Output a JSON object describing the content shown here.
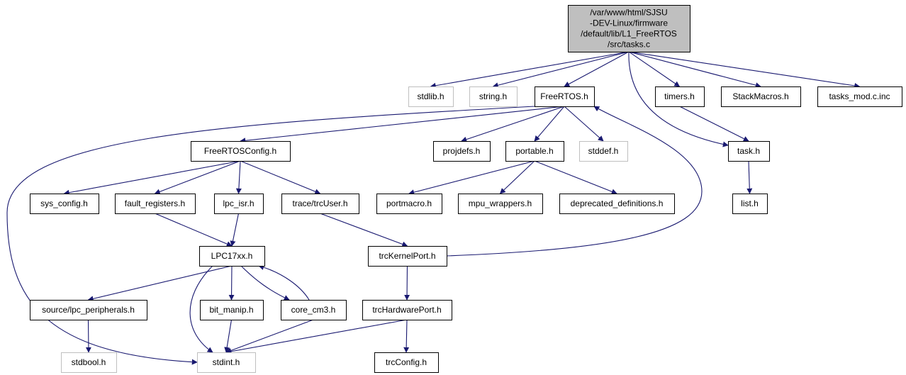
{
  "nodes": {
    "tasks_c": {
      "lines": [
        "/var/www/html/SJSU",
        "-DEV-Linux/firmware",
        "/default/lib/L1_FreeRTOS",
        "/src/tasks.c"
      ],
      "kind": "root"
    },
    "stdlib": {
      "label": "stdlib.h",
      "kind": "external"
    },
    "string": {
      "label": "string.h",
      "kind": "external"
    },
    "freertos": {
      "label": "FreeRTOS.h",
      "kind": "documented"
    },
    "timers": {
      "label": "timers.h",
      "kind": "documented"
    },
    "stackmacros": {
      "label": "StackMacros.h",
      "kind": "documented"
    },
    "tasks_mod": {
      "label": "tasks_mod.c.inc",
      "kind": "documented"
    },
    "freertosconfig": {
      "label": "FreeRTOSConfig.h",
      "kind": "documented"
    },
    "projdefs": {
      "label": "projdefs.h",
      "kind": "documented"
    },
    "portable": {
      "label": "portable.h",
      "kind": "documented"
    },
    "stddef": {
      "label": "stddef.h",
      "kind": "external"
    },
    "task": {
      "label": "task.h",
      "kind": "documented"
    },
    "sys_config": {
      "label": "sys_config.h",
      "kind": "documented"
    },
    "fault_registers": {
      "label": "fault_registers.h",
      "kind": "documented"
    },
    "lpc_isr": {
      "label": "lpc_isr.h",
      "kind": "documented"
    },
    "trcuser": {
      "label": "trace/trcUser.h",
      "kind": "documented"
    },
    "portmacro": {
      "label": "portmacro.h",
      "kind": "documented"
    },
    "mpu_wrappers": {
      "label": "mpu_wrappers.h",
      "kind": "documented"
    },
    "deprecated": {
      "label": "deprecated_definitions.h",
      "kind": "documented"
    },
    "list": {
      "label": "list.h",
      "kind": "documented"
    },
    "lpc17xx": {
      "label": "LPC17xx.h",
      "kind": "documented"
    },
    "trckernelport": {
      "label": "trcKernelPort.h",
      "kind": "documented"
    },
    "lpc_peripherals": {
      "label": "source/lpc_peripherals.h",
      "kind": "documented"
    },
    "bit_manip": {
      "label": "bit_manip.h",
      "kind": "documented"
    },
    "core_cm3": {
      "label": "core_cm3.h",
      "kind": "documented"
    },
    "trchardwareport": {
      "label": "trcHardwarePort.h",
      "kind": "documented"
    },
    "stdbool": {
      "label": "stdbool.h",
      "kind": "external"
    },
    "stdint": {
      "label": "stdint.h",
      "kind": "external"
    },
    "trcconfig": {
      "label": "trcConfig.h",
      "kind": "documented"
    }
  },
  "edges": [
    [
      "tasks_c",
      "stdlib"
    ],
    [
      "tasks_c",
      "string"
    ],
    [
      "tasks_c",
      "freertos"
    ],
    [
      "tasks_c",
      "task"
    ],
    [
      "tasks_c",
      "timers"
    ],
    [
      "tasks_c",
      "stackmacros"
    ],
    [
      "tasks_c",
      "tasks_mod"
    ],
    [
      "freertos",
      "stdint"
    ],
    [
      "freertos",
      "freertosconfig"
    ],
    [
      "freertos",
      "projdefs"
    ],
    [
      "freertos",
      "portable"
    ],
    [
      "freertos",
      "stddef"
    ],
    [
      "timers",
      "task"
    ],
    [
      "task",
      "list"
    ],
    [
      "freertosconfig",
      "sys_config"
    ],
    [
      "freertosconfig",
      "fault_registers"
    ],
    [
      "freertosconfig",
      "lpc_isr"
    ],
    [
      "freertosconfig",
      "trcuser"
    ],
    [
      "portable",
      "portmacro"
    ],
    [
      "portable",
      "mpu_wrappers"
    ],
    [
      "portable",
      "deprecated"
    ],
    [
      "fault_registers",
      "lpc17xx"
    ],
    [
      "lpc_isr",
      "lpc17xx"
    ],
    [
      "trcuser",
      "trckernelport"
    ],
    [
      "trckernelport",
      "freertos"
    ],
    [
      "trckernelport",
      "trchardwareport"
    ],
    [
      "lpc17xx",
      "lpc_peripherals"
    ],
    [
      "lpc17xx",
      "bit_manip"
    ],
    [
      "lpc17xx",
      "core_cm3"
    ],
    [
      "lpc17xx",
      "stdint"
    ],
    [
      "core_cm3",
      "lpc17xx"
    ],
    [
      "core_cm3",
      "stdint"
    ],
    [
      "bit_manip",
      "stdint"
    ],
    [
      "lpc_peripherals",
      "stdbool"
    ],
    [
      "trchardwareport",
      "stdint"
    ],
    [
      "trchardwareport",
      "trcconfig"
    ]
  ],
  "colors": {
    "edge": "#191970",
    "root_fill": "#bfbfbf",
    "external_border": "#bfbfbf",
    "node_border": "#000000"
  }
}
